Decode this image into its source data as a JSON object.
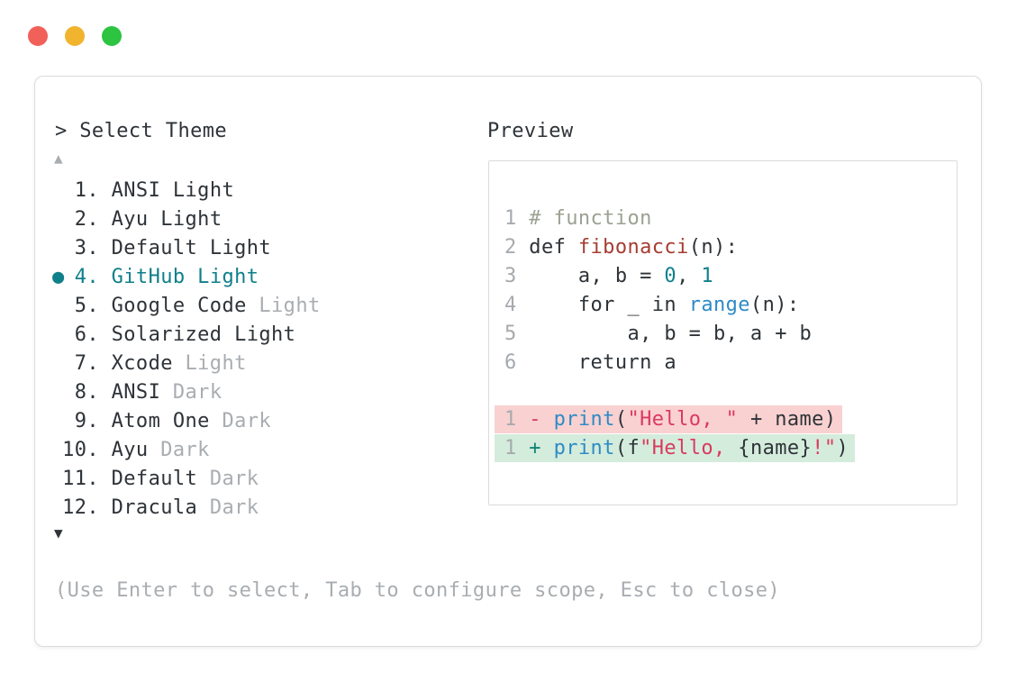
{
  "window": {
    "controls": [
      {
        "name": "close",
        "color_key": "light_red"
      },
      {
        "name": "minimize",
        "color_key": "light_yellow"
      },
      {
        "name": "zoom",
        "color_key": "light_green"
      }
    ]
  },
  "theme_picker": {
    "prompt": "> Select Theme",
    "scroll_up_indicator": "▲",
    "scroll_down_indicator": "▼",
    "selected_bullet": "●",
    "hint": "(Use Enter to select, Tab to configure scope, Esc to close)",
    "items": [
      {
        "number": "1.",
        "name": "ANSI",
        "suffix": "Light",
        "muted_suffix": false,
        "selected": false
      },
      {
        "number": "2.",
        "name": "Ayu",
        "suffix": "Light",
        "muted_suffix": false,
        "selected": false
      },
      {
        "number": "3.",
        "name": "Default",
        "suffix": "Light",
        "muted_suffix": false,
        "selected": false
      },
      {
        "number": "4.",
        "name": "GitHub",
        "suffix": "Light",
        "muted_suffix": false,
        "selected": true
      },
      {
        "number": "5.",
        "name": "Google Code",
        "suffix": "Light",
        "muted_suffix": true,
        "selected": false
      },
      {
        "number": "6.",
        "name": "Solarized",
        "suffix": "Light",
        "muted_suffix": false,
        "selected": false
      },
      {
        "number": "7.",
        "name": "Xcode",
        "suffix": "Light",
        "muted_suffix": true,
        "selected": false
      },
      {
        "number": "8.",
        "name": "ANSI",
        "suffix": "Dark",
        "muted_suffix": true,
        "selected": false
      },
      {
        "number": "9.",
        "name": "Atom One",
        "suffix": "Dark",
        "muted_suffix": true,
        "selected": false
      },
      {
        "number": "10.",
        "name": "Ayu",
        "suffix": "Dark",
        "muted_suffix": true,
        "selected": false
      },
      {
        "number": "11.",
        "name": "Default",
        "suffix": "Dark",
        "muted_suffix": true,
        "selected": false
      },
      {
        "number": "12.",
        "name": "Dracula",
        "suffix": "Dark",
        "muted_suffix": true,
        "selected": false
      }
    ]
  },
  "preview": {
    "title": "Preview",
    "code_lines": [
      {
        "tokens": [
          {
            "t": "1 ",
            "c": "lineno"
          },
          {
            "t": "# function",
            "c": "comment"
          }
        ]
      },
      {
        "tokens": [
          {
            "t": "2 ",
            "c": "lineno"
          },
          {
            "t": "def ",
            "c": "text"
          },
          {
            "t": "fibonacci",
            "c": "func"
          },
          {
            "t": "(n):",
            "c": "text"
          }
        ]
      },
      {
        "tokens": [
          {
            "t": "3 ",
            "c": "lineno"
          },
          {
            "t": "    a, b = ",
            "c": "text"
          },
          {
            "t": "0",
            "c": "number"
          },
          {
            "t": ", ",
            "c": "text"
          },
          {
            "t": "1",
            "c": "number"
          }
        ]
      },
      {
        "tokens": [
          {
            "t": "4 ",
            "c": "lineno"
          },
          {
            "t": "    for _ in ",
            "c": "text"
          },
          {
            "t": "range",
            "c": "call"
          },
          {
            "t": "(n):",
            "c": "text"
          }
        ]
      },
      {
        "tokens": [
          {
            "t": "5 ",
            "c": "lineno"
          },
          {
            "t": "        a, b = b, a + b",
            "c": "text"
          }
        ]
      },
      {
        "tokens": [
          {
            "t": "6 ",
            "c": "lineno"
          },
          {
            "t": "    return a",
            "c": "text"
          }
        ]
      }
    ],
    "diff_lines": [
      {
        "kind": "removed",
        "tokens": [
          {
            "t": "1",
            "c": "lineno"
          },
          {
            "t": " - ",
            "c": "minus"
          },
          {
            "t": "print",
            "c": "call"
          },
          {
            "t": "(",
            "c": "text"
          },
          {
            "t": "\"Hello, \"",
            "c": "string"
          },
          {
            "t": " + name)",
            "c": "text"
          }
        ]
      },
      {
        "kind": "added",
        "tokens": [
          {
            "t": "1",
            "c": "lineno"
          },
          {
            "t": " + ",
            "c": "plus"
          },
          {
            "t": "print",
            "c": "call"
          },
          {
            "t": "(f",
            "c": "text"
          },
          {
            "t": "\"Hello, ",
            "c": "string"
          },
          {
            "t": "{name}",
            "c": "text"
          },
          {
            "t": "!\"",
            "c": "string"
          },
          {
            "t": ")",
            "c": "text"
          }
        ]
      }
    ]
  },
  "colors": {
    "light_red": "#f2605a",
    "light_yellow": "#f0b42e",
    "light_green": "#2cc441",
    "border": "#dbdbdb",
    "text_dark": "#2e3338",
    "muted_gray": "#a9adb1",
    "accent_teal": "#0f7f8a",
    "lineno": "#a6aaae",
    "comment": "#9ba192",
    "func": "#a63d32",
    "number": "#0f808b",
    "call": "#2e8bc5",
    "string": "#da3a5e",
    "minus": "#da3a5e",
    "plus": "#0e8576",
    "removed_bg": "#f9d1d1",
    "added_bg": "#d4ecdc"
  }
}
